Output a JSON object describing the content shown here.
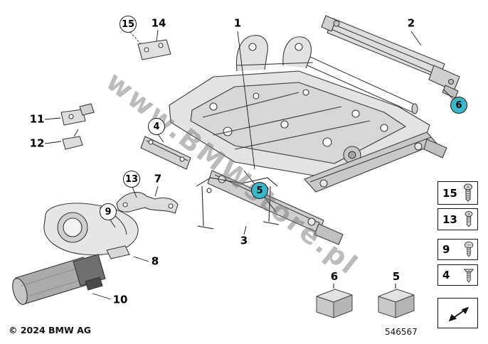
{
  "meta": {
    "copyright": "© 2024 BMW AG",
    "diagram_number": "546567",
    "watermark": "www.BMWstore.pl",
    "highlight_color": "#3cb7ca",
    "description": "BMW seat frame exploded parts diagram"
  },
  "callouts": [
    {
      "id": "15",
      "style": "circled"
    },
    {
      "id": "14",
      "style": "plain"
    },
    {
      "id": "1",
      "style": "plain"
    },
    {
      "id": "2",
      "style": "plain"
    },
    {
      "id": "6",
      "style": "highlighted"
    },
    {
      "id": "11",
      "style": "plain"
    },
    {
      "id": "12",
      "style": "plain"
    },
    {
      "id": "4",
      "style": "circled"
    },
    {
      "id": "13",
      "style": "circled"
    },
    {
      "id": "7",
      "style": "plain"
    },
    {
      "id": "9",
      "style": "circled"
    },
    {
      "id": "5",
      "style": "highlighted"
    },
    {
      "id": "3",
      "style": "plain"
    },
    {
      "id": "8",
      "style": "plain"
    },
    {
      "id": "10",
      "style": "plain"
    }
  ],
  "legend": {
    "fasteners": [
      {
        "label": "15",
        "icon": "torx-screw-icon"
      },
      {
        "label": "13",
        "icon": "torx-screw-icon"
      },
      {
        "label": "9",
        "icon": "pan-head-screw-icon"
      },
      {
        "label": "4",
        "icon": "flat-screw-icon"
      }
    ],
    "packets": [
      {
        "label": "6"
      },
      {
        "label": "5"
      }
    ]
  }
}
